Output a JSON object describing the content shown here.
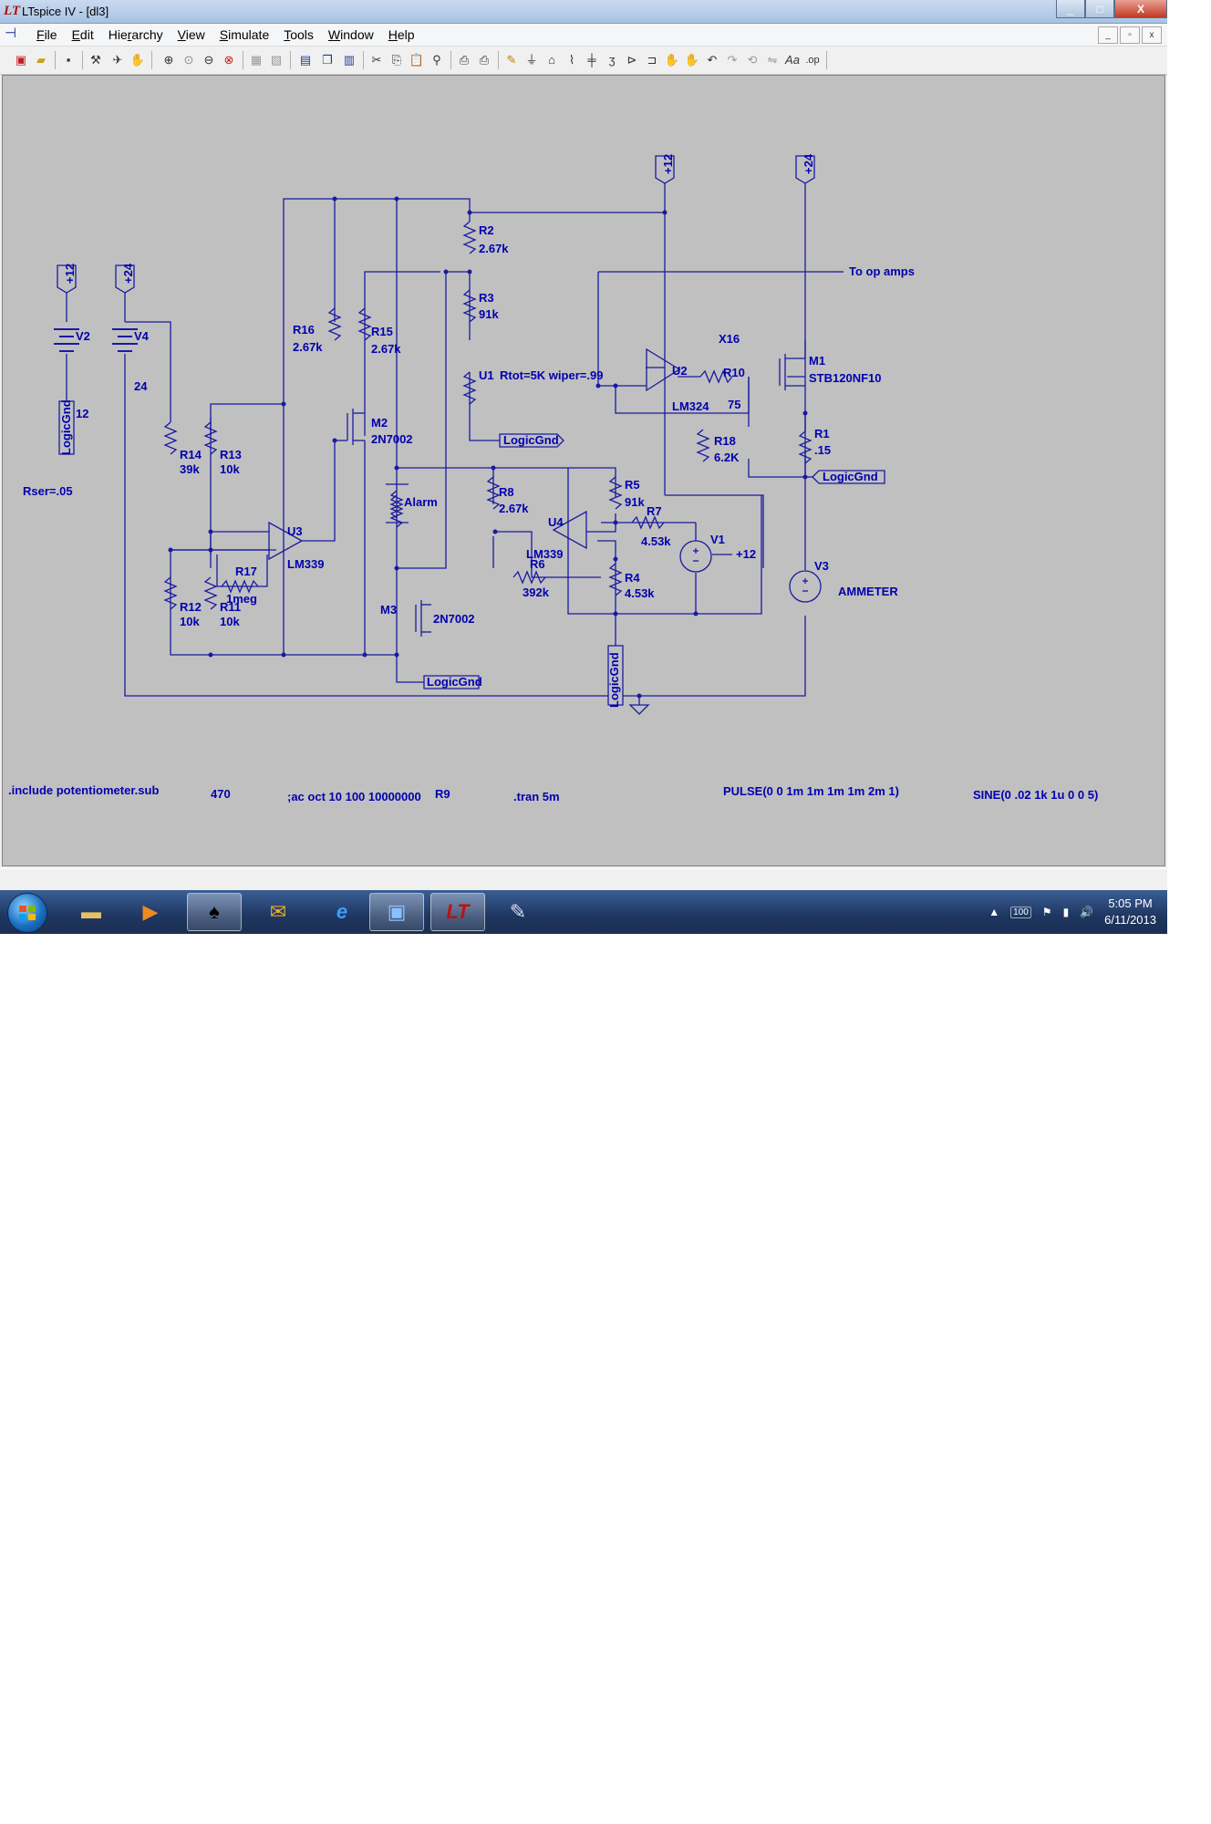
{
  "window": {
    "title": "LTspice IV - [dl3]",
    "buttons": [
      "_",
      "□",
      "X"
    ]
  },
  "menu": {
    "items": [
      {
        "pre": "",
        "u": "F",
        "post": "ile"
      },
      {
        "pre": "",
        "u": "E",
        "post": "dit"
      },
      {
        "pre": "Hie",
        "u": "r",
        "post": "archy"
      },
      {
        "pre": "",
        "u": "V",
        "post": "iew"
      },
      {
        "pre": "",
        "u": "S",
        "post": "imulate"
      },
      {
        "pre": "",
        "u": "T",
        "post": "ools"
      },
      {
        "pre": "",
        "u": "W",
        "post": "indow"
      },
      {
        "pre": "",
        "u": "H",
        "post": "elp"
      }
    ],
    "mdi_buttons": [
      "_",
      "▫",
      "x"
    ]
  },
  "schematic": {
    "components": {
      "V2": {
        "name": "V2",
        "value": "12"
      },
      "V4": {
        "name": "V4",
        "value": "24"
      },
      "R14": {
        "name": "R14",
        "value": "39k"
      },
      "R13": {
        "name": "R13",
        "value": "10k"
      },
      "R12": {
        "name": "R12",
        "value": "10k"
      },
      "R11": {
        "name": "R11",
        "value": "10k"
      },
      "R17": {
        "name": "R17",
        "value": "1meg"
      },
      "U3": {
        "name": "U3",
        "value": "LM339"
      },
      "R16": {
        "name": "R16",
        "value": "2.67k"
      },
      "R15": {
        "name": "R15",
        "value": "2.67k"
      },
      "M2": {
        "name": "M2",
        "value": "2N7002"
      },
      "M3": {
        "name": "M3",
        "value": "2N7002"
      },
      "R2": {
        "name": "R2",
        "value": "2.67k"
      },
      "R3": {
        "name": "R3",
        "value": "91k"
      },
      "U1": {
        "name": "U1",
        "value": "Rtot=5K wiper=.99"
      },
      "R8": {
        "name": "R8",
        "value": "2.67k"
      },
      "R6": {
        "name": "R6",
        "value": "392k"
      },
      "U4": {
        "name": "U4",
        "value": "LM339"
      },
      "R5": {
        "name": "R5",
        "value": "91k"
      },
      "R7": {
        "name": "R7",
        "value": "4.53k"
      },
      "R4": {
        "name": "R4",
        "value": "4.53k"
      },
      "V1": {
        "name": "V1",
        "value": "+12"
      },
      "U2": {
        "name": "U2",
        "value": "LM324"
      },
      "X16": {
        "name": "X16",
        "value": ""
      },
      "R10": {
        "name": "R10",
        "value": "75"
      },
      "M1": {
        "name": "M1",
        "value": "STB120NF10"
      },
      "R18": {
        "name": "R18",
        "value": "6.2K"
      },
      "R1": {
        "name": "R1",
        "value": ".15"
      },
      "V3": {
        "name": "V3",
        "value": "AMMETER"
      }
    },
    "flags": {
      "plus12": "+12",
      "plus24": "+24",
      "logicgnd": "LogicGnd",
      "to_op_amps": "To op amps",
      "alarm": "Alarm"
    },
    "rser": "Rser=.05",
    "directives": {
      "include": ".include potentiometer.sub",
      "val470": "470",
      "ac": ";ac oct 10 100 10000000",
      "r9": "R9",
      "tran": ".tran 5m",
      "pulse": "PULSE(0 0 1m 1m 1m 1m 2m 1)",
      "sine": "SINE(0 .02 1k 1u 0 0 5)"
    }
  },
  "taskbar": {
    "apps": [
      "folder",
      "media-player",
      "solitaire",
      "outlook",
      "internet-explorer",
      "network-app",
      "ltspice",
      "paint"
    ],
    "tray": {
      "num": "100"
    },
    "clock": {
      "time": "5:05 PM",
      "date": "6/11/2013"
    }
  }
}
